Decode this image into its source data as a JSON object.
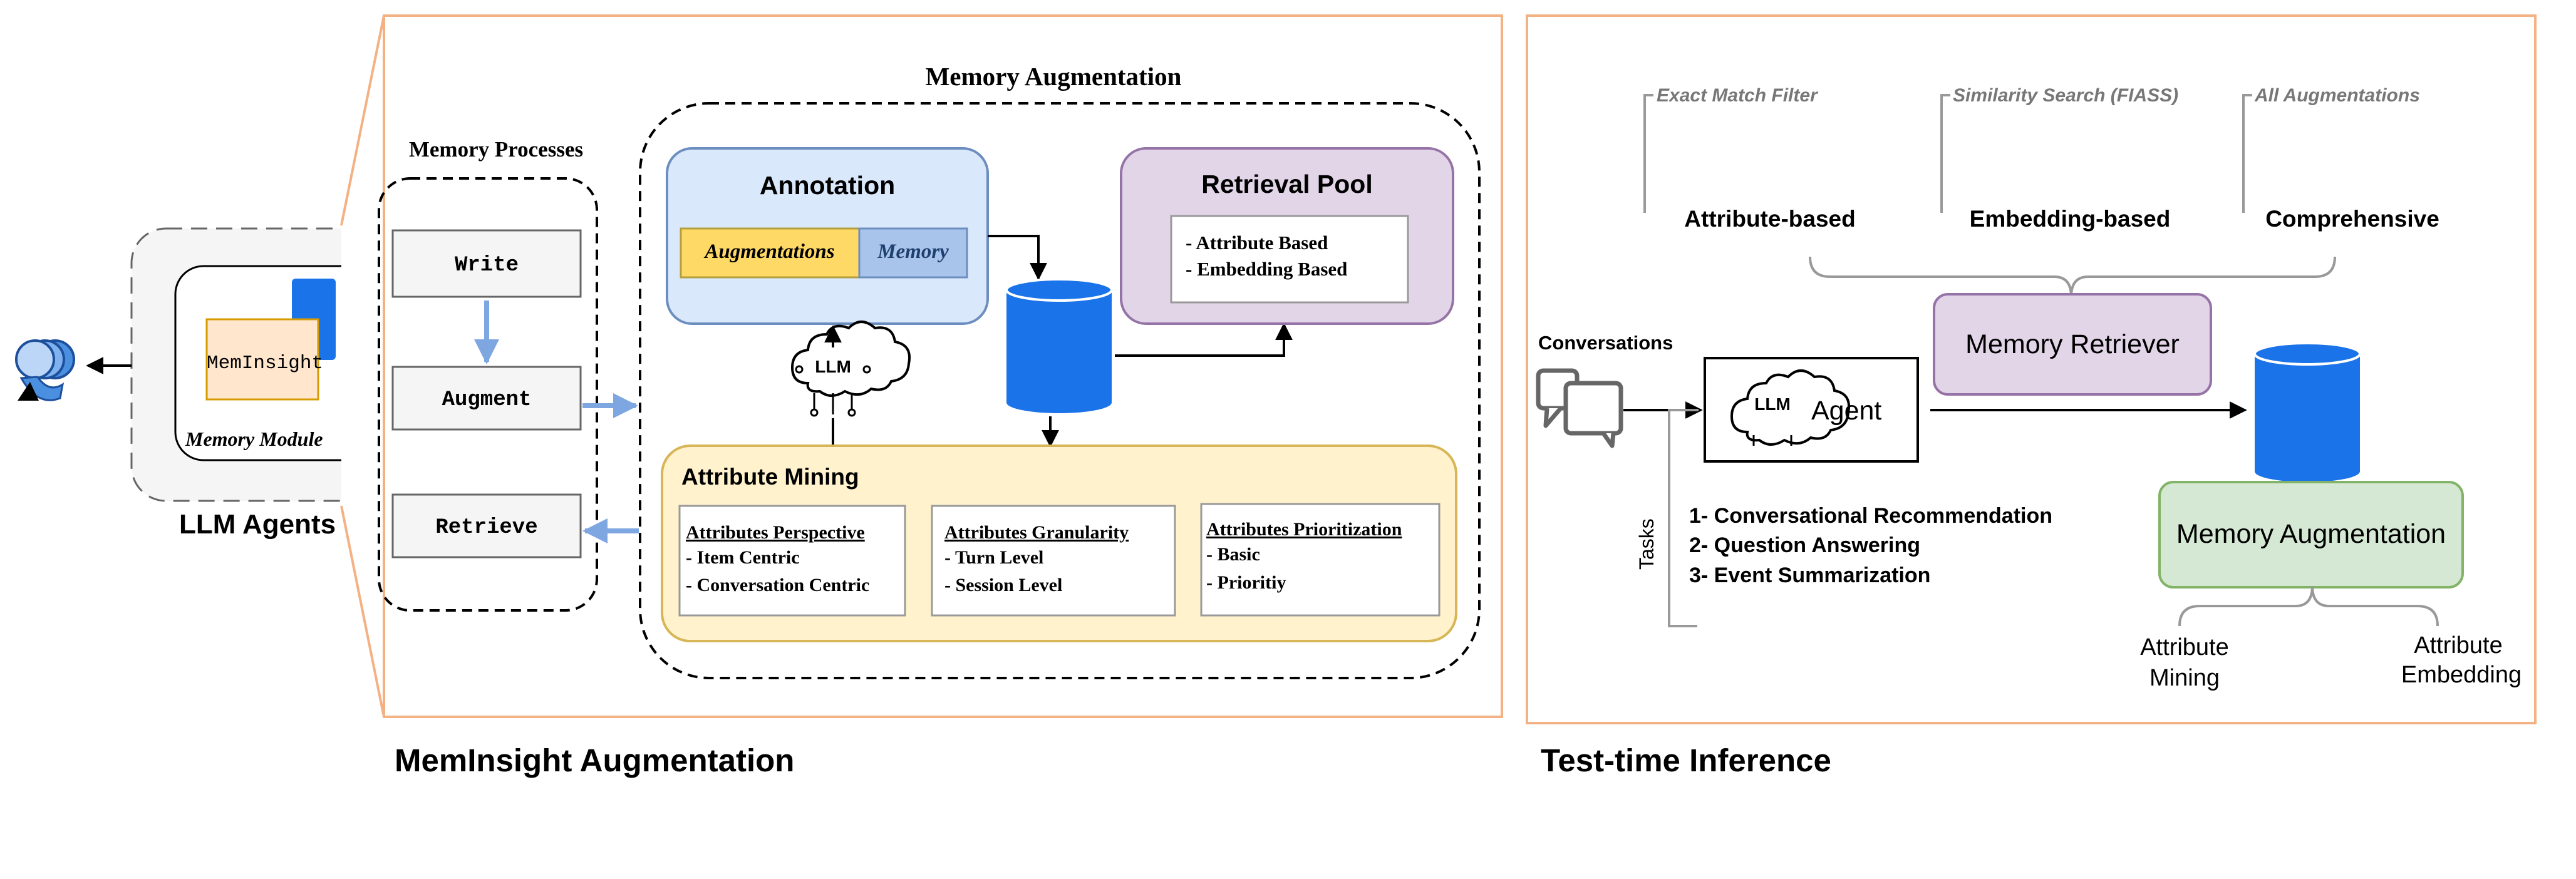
{
  "left": {
    "agents_label": "LLM Agents",
    "memory_module_label": "Memory Module",
    "meminsight_label": "MemInsight"
  },
  "augmentation_panel": {
    "caption": "MemInsight Augmentation",
    "processes": {
      "title": "Memory Processes",
      "write": "Write",
      "augment": "Augment",
      "retrieve": "Retrieve"
    },
    "memory_augmentation": {
      "title": "Memory Augmentation",
      "annotation": {
        "title": "Annotation",
        "augmentations": "Augmentations",
        "memory": "Memory"
      },
      "llm_label": "LLM",
      "retrieval_pool": {
        "title": "Retrieval Pool",
        "items": [
          "- Attribute Based",
          "- Embedding Based"
        ]
      },
      "attribute_mining": {
        "title": "Attribute Mining",
        "boxes": [
          {
            "title": "Attributes Perspective",
            "items": [
              "- Item Centric",
              "- Conversation Centric"
            ]
          },
          {
            "title": "Attributes Granularity",
            "items": [
              "- Turn Level",
              "- Session Level"
            ]
          },
          {
            "title": "Attributes Prioritization",
            "items": [
              "- Basic",
              "- Prioritiy"
            ]
          }
        ]
      }
    }
  },
  "inference_panel": {
    "caption": "Test-time Inference",
    "filters": [
      "Exact Match Filter",
      "Similarity Search (FIASS)",
      "All Augmentations"
    ],
    "methods": [
      "Attribute-based",
      "Embedding-based",
      "Comprehensive"
    ],
    "memory_retriever": "Memory Retriever",
    "conversations_label": "Conversations",
    "agent_label": "Agent",
    "llm_label": "LLM",
    "tasks_label": "Tasks",
    "tasks": [
      "1- Conversational Recommendation",
      "2- Question Answering",
      "3- Event Summarization"
    ],
    "memory_augmentation": "Memory Augmentation",
    "aug_parts": [
      {
        "line1": "Attribute",
        "line2": "Mining"
      },
      {
        "line1": "Attribute",
        "line2": "Embedding"
      }
    ]
  },
  "colors": {
    "panel_border": "#f4b183",
    "annotation_fill": "#dae8fc",
    "annotation_stroke": "#6c8ebf",
    "augmentations_fill": "#ffd966",
    "memory_fill": "#a9c4eb",
    "retrieval_fill": "#e1d5e7",
    "retrieval_stroke": "#9673a6",
    "mining_fill": "#fff2cc",
    "mining_stroke": "#d6b656",
    "memaug_fill": "#d5e8d4",
    "memaug_stroke": "#82b366",
    "database": "#1a73e8",
    "arrow_blue": "#7ea6e0"
  }
}
